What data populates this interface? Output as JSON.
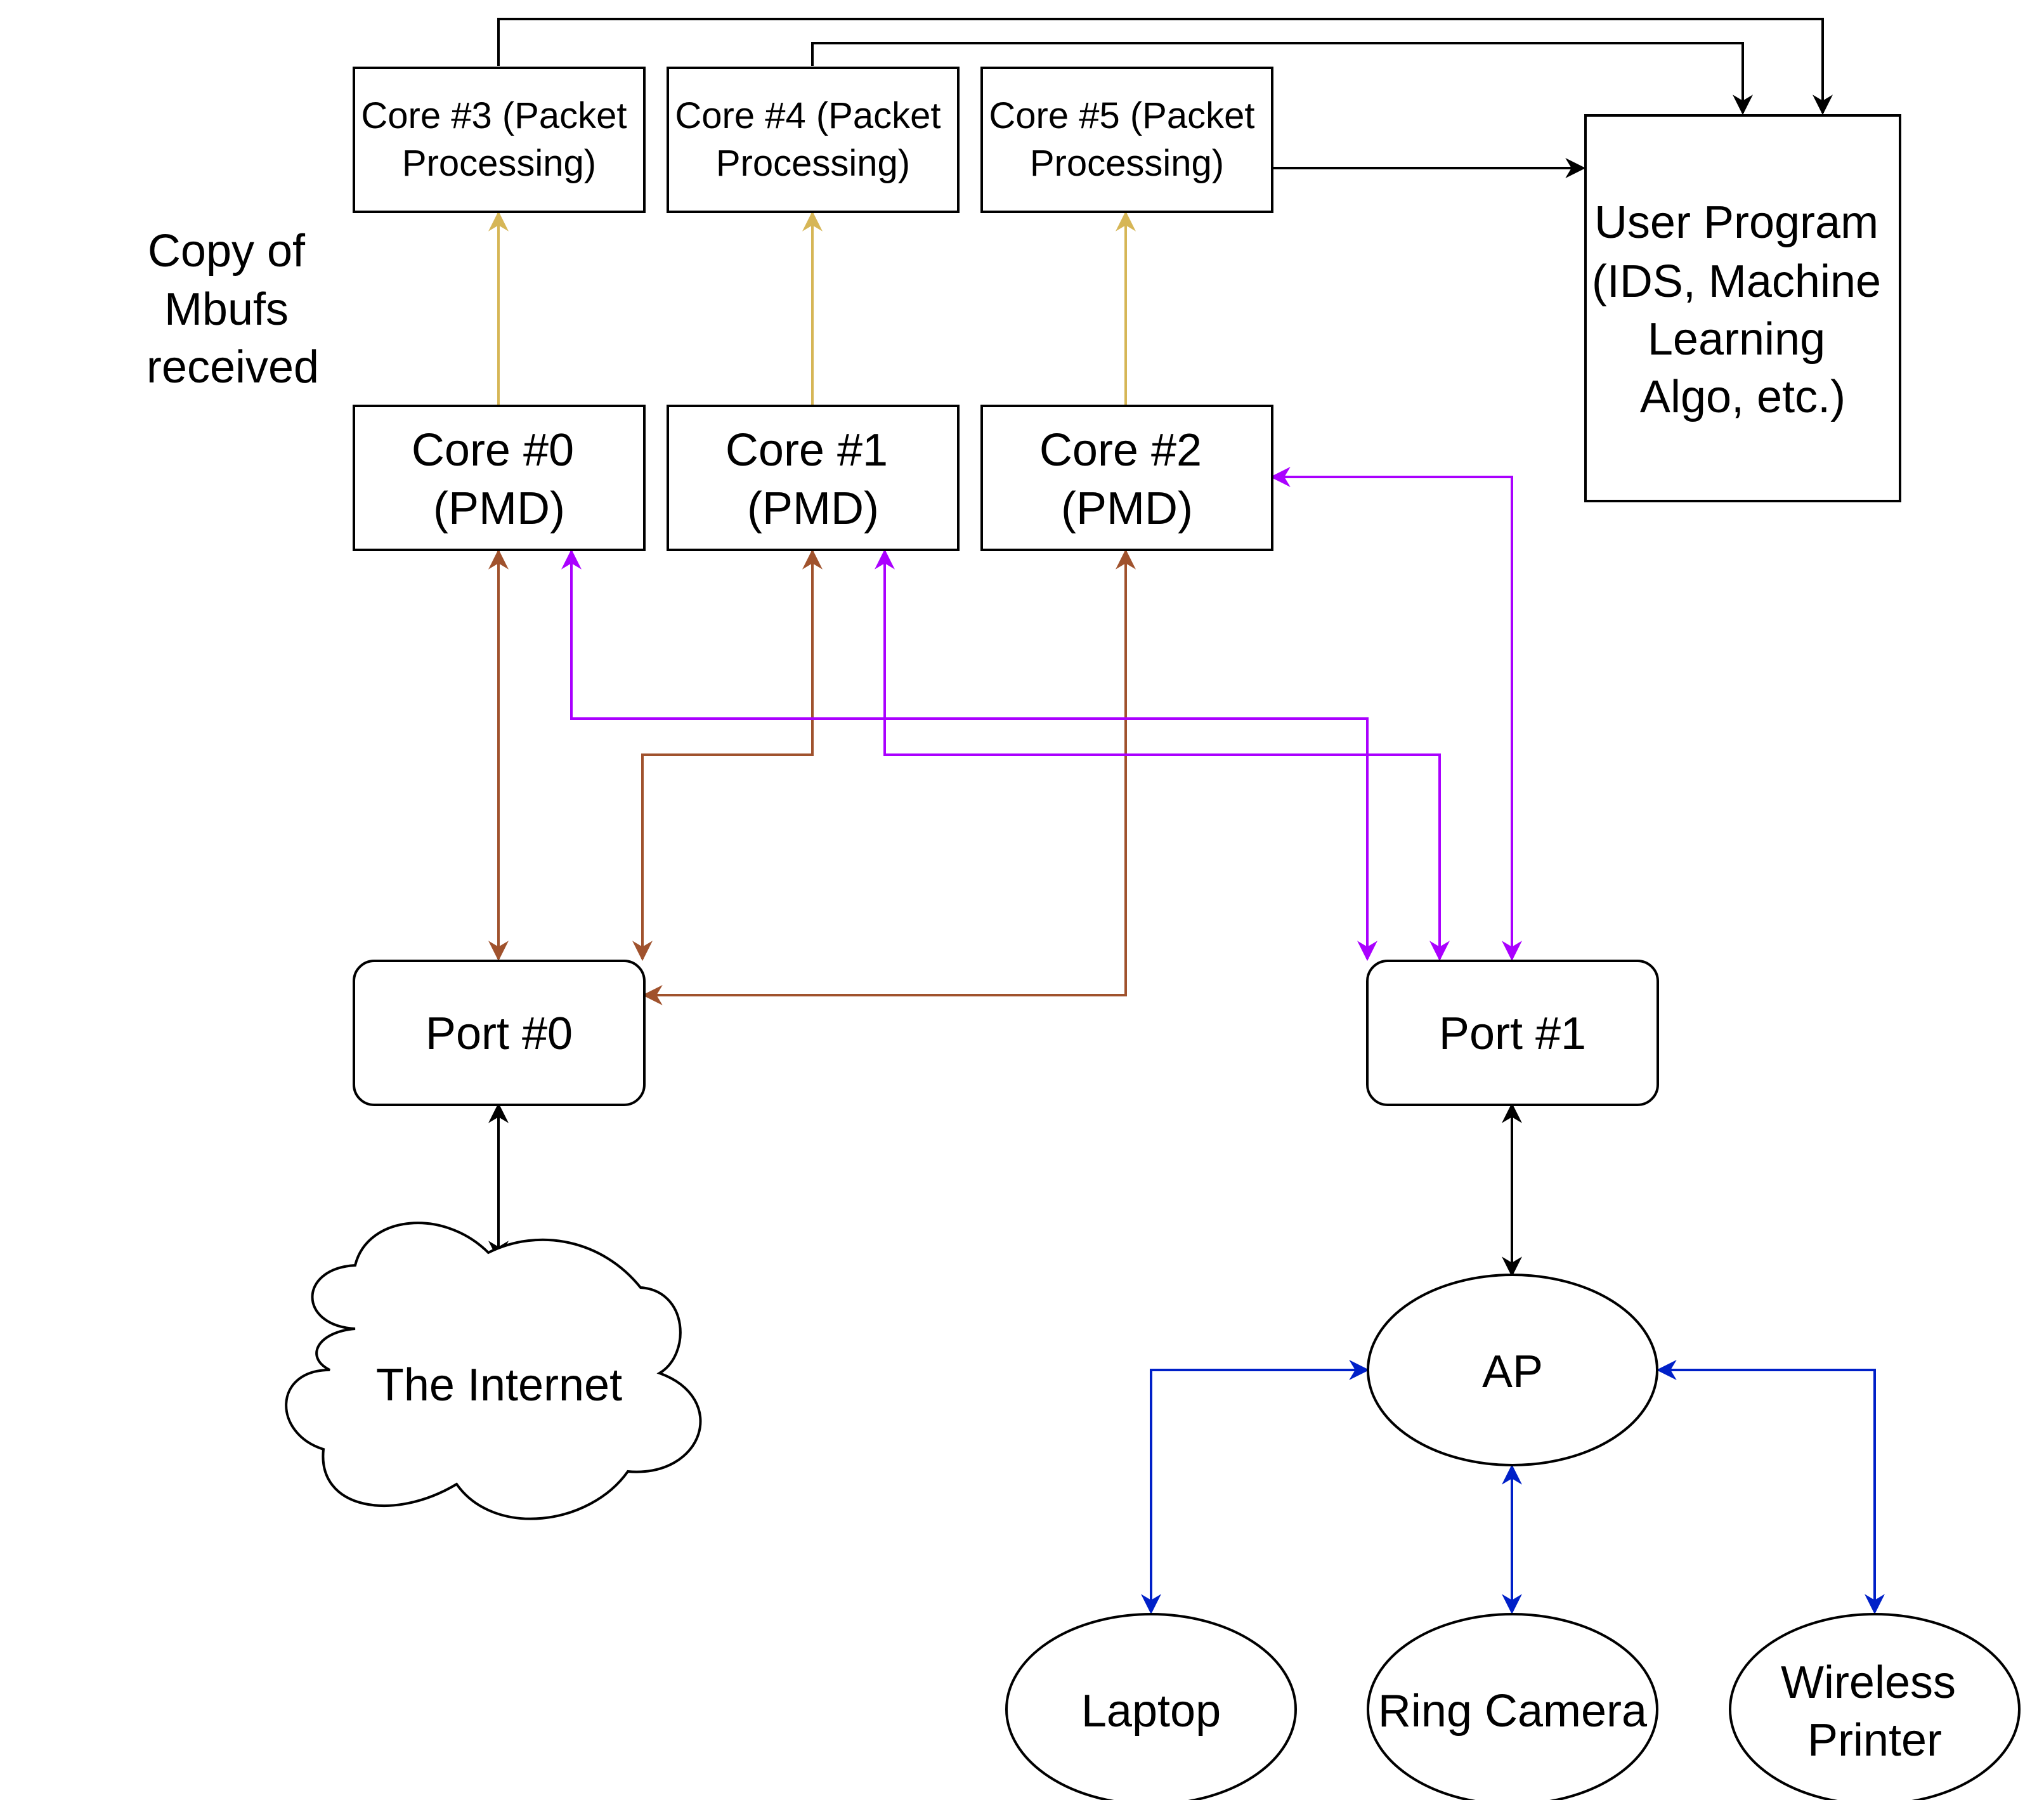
{
  "annotation": [
    "Copy of",
    "Mbufs",
    "received"
  ],
  "nodes": {
    "core3": [
      "Core #3 (Packet",
      "Processing)"
    ],
    "core4": [
      "Core #4 (Packet",
      "Processing)"
    ],
    "core5": [
      "Core #5 (Packet",
      "Processing)"
    ],
    "user_program": [
      "User Program",
      "(IDS, Machine",
      "Learning",
      "Algo, etc.)"
    ],
    "core0": [
      "Core #0",
      "(PMD)"
    ],
    "core1": [
      "Core #1",
      "(PMD)"
    ],
    "core2": [
      "Core #2",
      "(PMD)"
    ],
    "port0": "Port #0",
    "port1": "Port #1",
    "internet": "The Internet",
    "ap": "AP",
    "laptop": "Laptop",
    "ring_camera": "Ring Camera",
    "printer": [
      "Wireless",
      "Printer"
    ]
  },
  "edge_colors": {
    "copy": "#d6b656",
    "port0_link": "#a0522d",
    "port1_link": "#aa00ff",
    "wireless": "#0020c8",
    "default": "#000000"
  }
}
